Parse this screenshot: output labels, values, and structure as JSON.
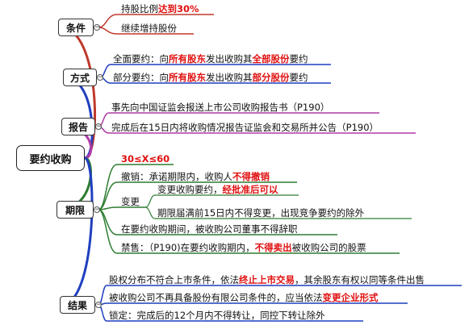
{
  "root": {
    "label": "要约收购"
  },
  "branches": {
    "conditions": {
      "label": "条件",
      "items": [
        {
          "pre": "持股比例",
          "hl": "达到30%",
          "post": ""
        },
        {
          "pre": "继续增持股份",
          "hl": "",
          "post": ""
        }
      ]
    },
    "methods": {
      "label": "方式",
      "items": [
        {
          "pre": "全面要约：向",
          "hl": "所有股东",
          "mid": "发出收购其",
          "hl2": "全部股份",
          "post": "要约"
        },
        {
          "pre": "部分要约：向",
          "hl": "所有股东",
          "mid": "发出收购其",
          "hl2": "部分股份",
          "post": "要约"
        }
      ]
    },
    "report": {
      "label": "报告",
      "items": [
        {
          "text": "事先向中国证监会报送上市公司收购报告书（P190）"
        },
        {
          "text": "完成后在15日内将收购情况报告证监会和交易所并公告（P190）"
        }
      ]
    },
    "period": {
      "label": "期限",
      "range": "30≤X≤60",
      "revoke": {
        "pre": "撤销：承诺期限内，收购人",
        "hl": "不得撤销",
        "post": ""
      },
      "change": {
        "label": "变更",
        "items": [
          {
            "pre": "变更收购要约，",
            "hl": "经批准后可以",
            "post": ""
          },
          {
            "pre": "期限届满前15日内不得变更，出现竞争要约的除外",
            "hl": "",
            "post": ""
          }
        ]
      },
      "director": {
        "text": "在要约收购期间，被收购公司董事不得辞职"
      },
      "ban": {
        "pre": "禁售：（P190)在要约收购期内，",
        "hl": "不得卖出",
        "post": "被收购公司的股票"
      }
    },
    "result": {
      "label": "结果",
      "items": [
        {
          "pre": "股权分布不符合上市条件，依法",
          "hl": "终止上市交易",
          "post": "，其余股东有权以同等条件出售"
        },
        {
          "pre": "被收购公司不再具备股份有限公司条件的，应当依法",
          "hl": "变更企业形式",
          "post": ""
        },
        {
          "pre": "锁定：完成后的12个月内不得转让，同控下转让除外",
          "hl": "",
          "post": ""
        }
      ]
    }
  },
  "colors": {
    "conditions": "#c0392b",
    "methods": "#1f3fbf",
    "report": "#b03aa6",
    "period": "#2e7d32",
    "result": "#1f3fbf",
    "highlight": "#e01010"
  },
  "collapse_symbol": "−"
}
